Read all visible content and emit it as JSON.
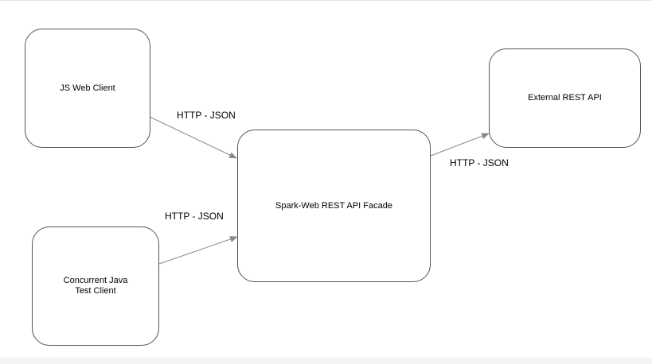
{
  "diagram": {
    "nodes": {
      "js_web_client": "JS Web Client",
      "concurrent_java_test_client": "Concurrent Java\nTest Client",
      "facade": "Spark-Web REST API Facade",
      "external_api": "External REST API"
    },
    "edges": {
      "js_to_facade": "HTTP - JSON",
      "java_to_facade": "HTTP - JSON",
      "facade_to_external": "HTTP - JSON"
    },
    "colors": {
      "node_border": "#555555",
      "arrow": "#8a8a8a"
    }
  }
}
